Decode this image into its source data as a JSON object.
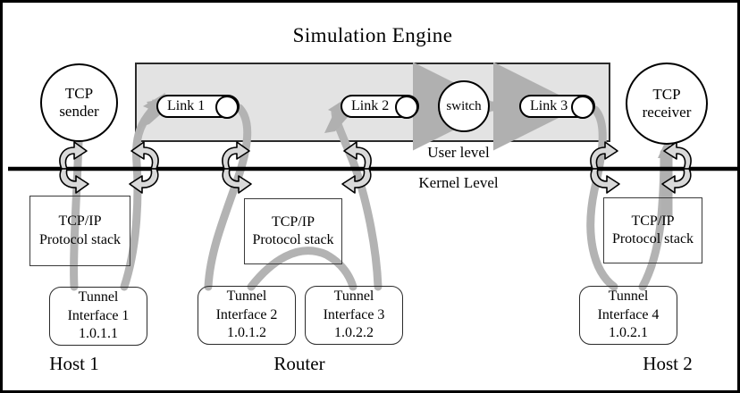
{
  "diagram": {
    "title": "Simulation Engine",
    "colors": {
      "engine_fill": "#e3e3e3",
      "tunnel_path": "#b3b3b3",
      "arrow_gray": "#b0b0b0",
      "outline": "#000000",
      "background": "#ffffff"
    },
    "engine": {
      "links": [
        {
          "id": "link1",
          "label": "Link 1"
        },
        {
          "id": "link2",
          "label": "Link 2"
        },
        {
          "id": "link3",
          "label": "Link 3"
        }
      ],
      "switch": {
        "label": "switch"
      }
    },
    "endpoints": {
      "sender": {
        "line1": "TCP",
        "line2": "sender"
      },
      "receiver": {
        "line1": "TCP",
        "line2": "receiver"
      }
    },
    "boundary": {
      "above_label": "User level",
      "below_label": "Kernel Level"
    },
    "protocol_stacks": [
      {
        "id": "stack-host1",
        "line1": "TCP/IP",
        "line2": "Protocol stack"
      },
      {
        "id": "stack-router",
        "line1": "TCP/IP",
        "line2": "Protocol stack"
      },
      {
        "id": "stack-host2",
        "line1": "TCP/IP",
        "line2": "Protocol stack"
      }
    ],
    "tunnel_interfaces": [
      {
        "id": "tunnel1",
        "line1": "Tunnel",
        "line2": "Interface 1",
        "address": "1.0.1.1"
      },
      {
        "id": "tunnel2",
        "line1": "Tunnel",
        "line2": "Interface 2",
        "address": "1.0.1.2"
      },
      {
        "id": "tunnel3",
        "line1": "Tunnel",
        "line2": "Interface 3",
        "address": "1.0.2.2"
      },
      {
        "id": "tunnel4",
        "line1": "Tunnel",
        "line2": "Interface 4",
        "address": "1.0.2.1"
      }
    ],
    "captions": [
      {
        "id": "caption-host1",
        "label": "Host 1"
      },
      {
        "id": "caption-router",
        "label": "Router"
      },
      {
        "id": "caption-host2",
        "label": "Host 2"
      }
    ]
  }
}
